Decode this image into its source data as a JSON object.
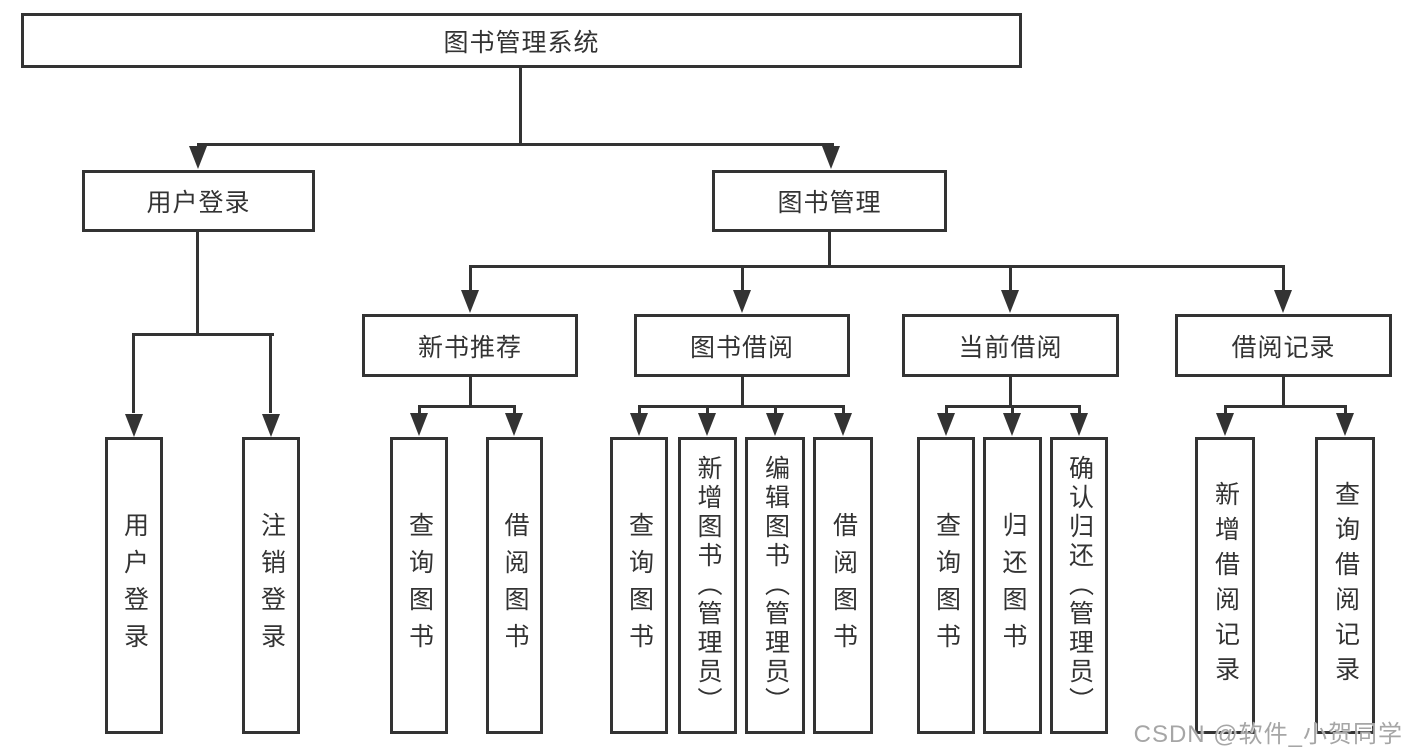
{
  "nodes": {
    "root": "图书管理系统",
    "user_login": "用户登录",
    "book_management": "图书管理",
    "login": "用户登录",
    "logout": "注销登录",
    "new_book_recommend": "新书推荐",
    "book_borrow": "图书借阅",
    "current_borrow": "当前借阅",
    "borrow_records": "借阅记录",
    "rec_query_books": "查询图书",
    "rec_borrow_books": "借阅图书",
    "bb_query_books": "查询图书",
    "bb_add_books": "新增图书（管理员）",
    "bb_edit_books": "编辑图书（管理员）",
    "bb_borrow_books": "借阅图书",
    "cb_query_books": "查询图书",
    "cb_return_books": "归还图书",
    "cb_confirm_return": "确认归还（管理员）",
    "br_add_record": "新增借阅记录",
    "br_query_record": "查询借阅记录"
  },
  "colors": {
    "line": "#333333",
    "text": "#333333",
    "background": "#ffffff",
    "watermark": "#a6a6a6"
  },
  "watermark": "CSDN @软件_小贺同学"
}
